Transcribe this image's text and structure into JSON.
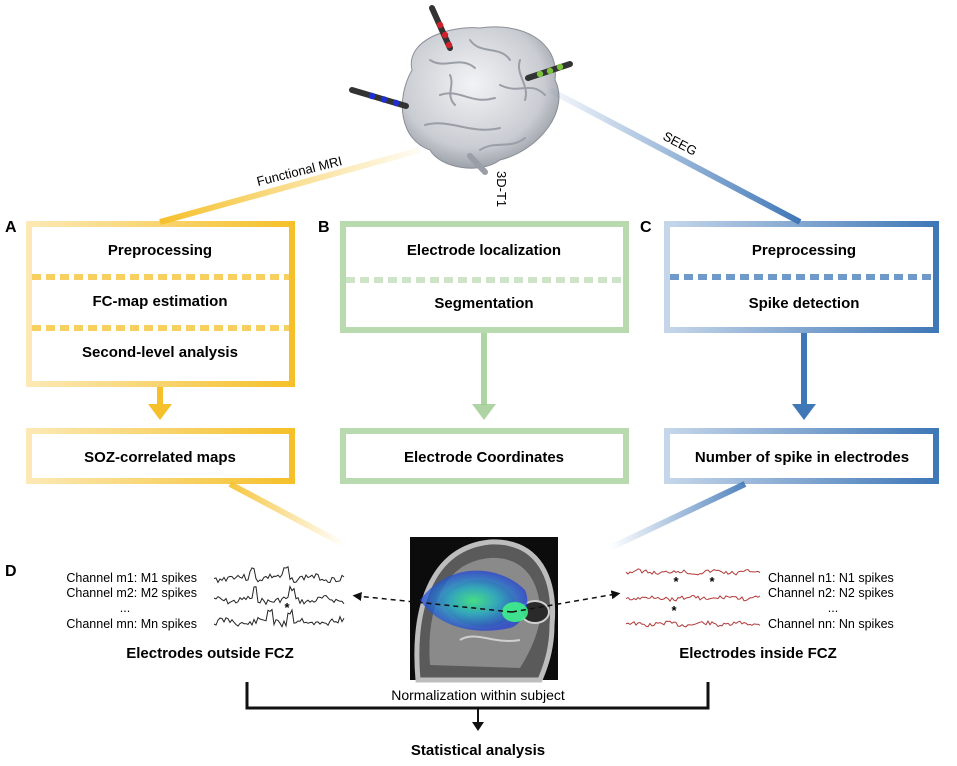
{
  "panels": {
    "a": {
      "letter": "A",
      "branch_label": "Functional MRI",
      "steps": [
        "Preprocessing",
        "FC-map estimation",
        "Second-level analysis"
      ],
      "output": "SOZ-correlated maps",
      "color": "#f5c02a"
    },
    "b": {
      "letter": "B",
      "branch_label": "3D-T1",
      "steps": [
        "Electrode localization",
        "Segmentation"
      ],
      "output": "Electrode Coordinates",
      "color": "#9bc98d"
    },
    "c": {
      "letter": "C",
      "branch_label": "SEEG",
      "steps": [
        "Preprocessing",
        "Spike detection"
      ],
      "output": "Number of spike in electrodes",
      "color": "#3f77b7"
    },
    "d": {
      "letter": "D",
      "left_channels": [
        "Channel m1: M1 spikes",
        "Channel m2: M2 spikes",
        "...",
        "Channel mn: Mn spikes"
      ],
      "left_title": "Electrodes outside FCZ",
      "right_channels": [
        "Channel n1: N1 spikes",
        "Channel n2: N2 spikes",
        "...",
        "Channel nn: Nn spikes"
      ],
      "right_title": "Electrodes inside FCZ",
      "normalization": "Normalization within subject",
      "final": "Statistical analysis",
      "spike_marker": "*"
    }
  },
  "electrode_colors": [
    "#1d2fd0",
    "#d0202a",
    "#7cc13c"
  ]
}
